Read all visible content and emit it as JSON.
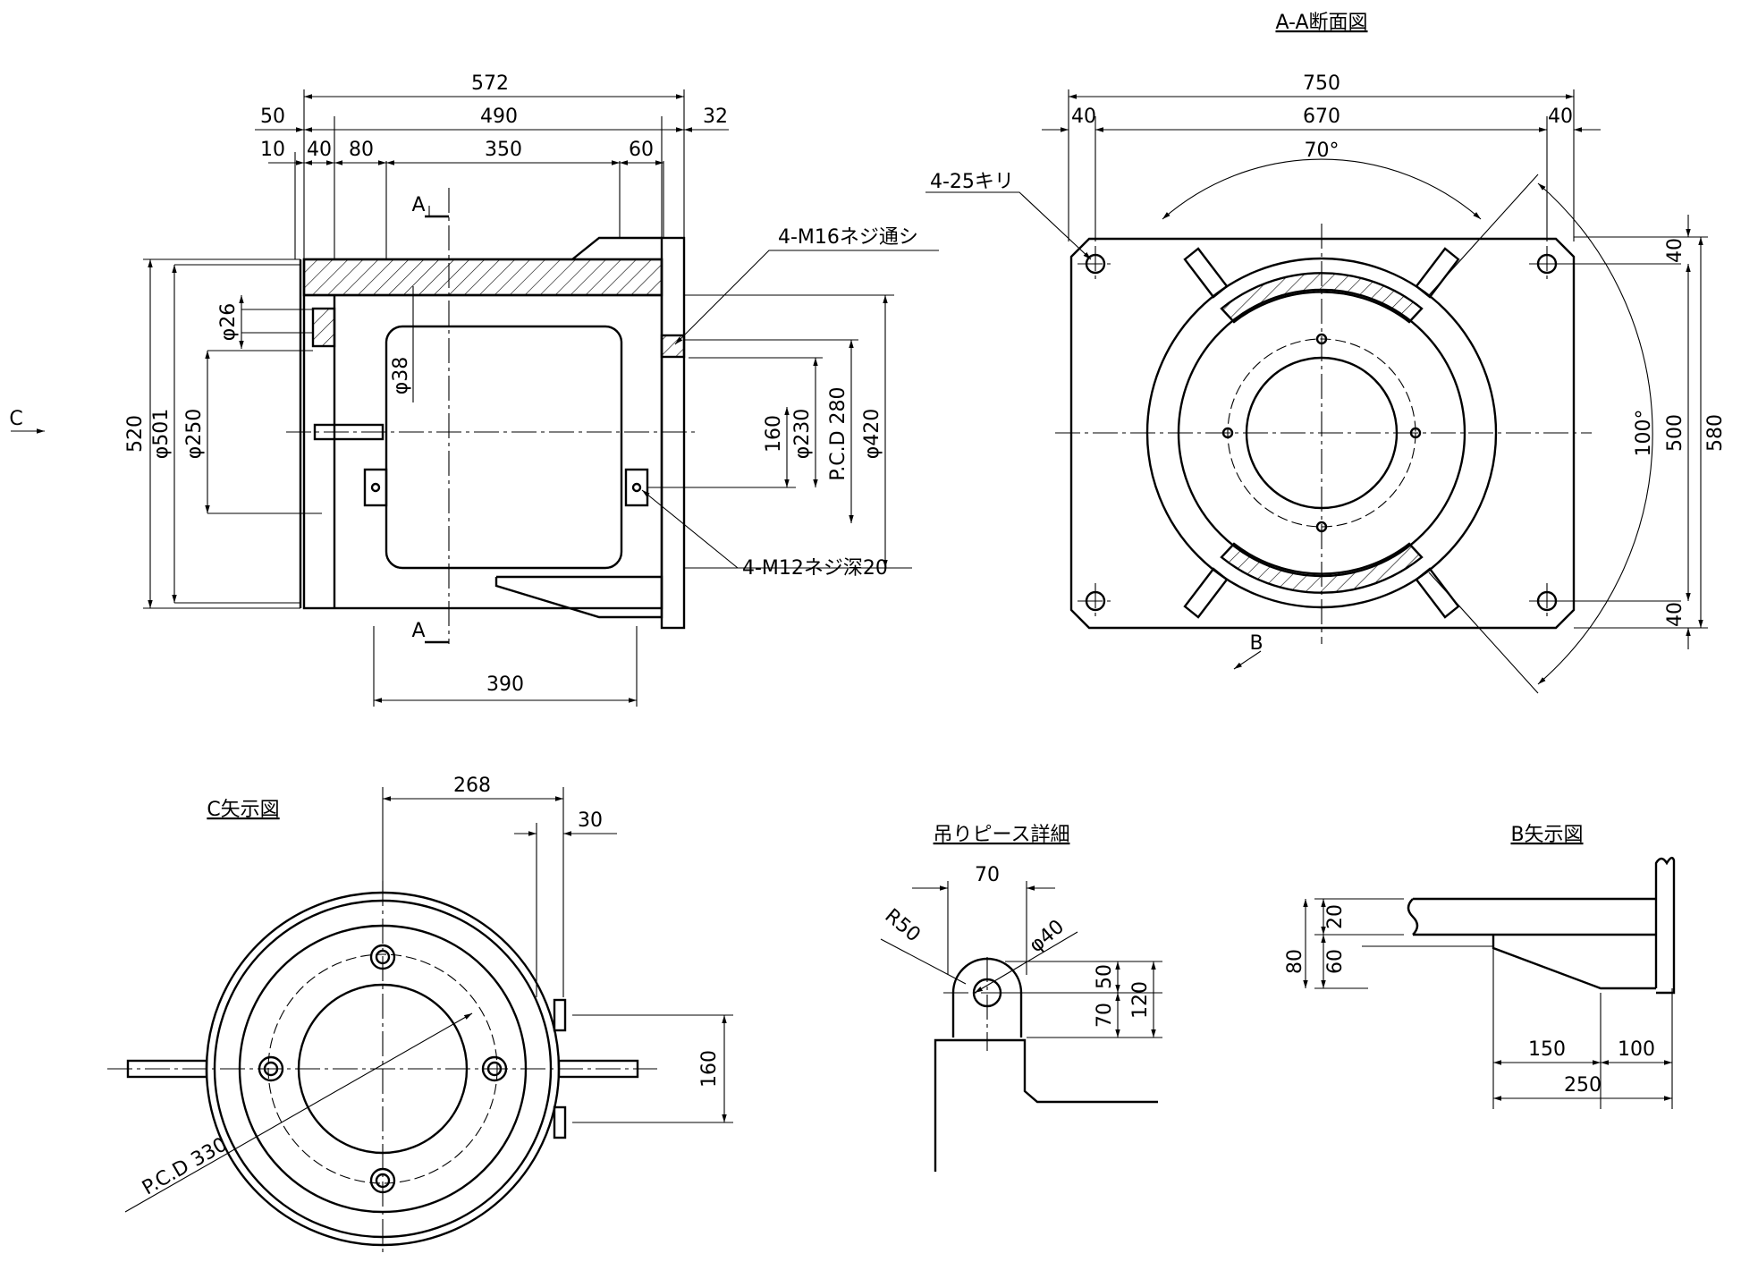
{
  "titles": {
    "section_aa": "A-A断面図",
    "view_c": "C矢示図",
    "lifting_piece": "吊りピース詳細",
    "view_b": "B矢示図"
  },
  "markers": {
    "a": "A",
    "b": "B",
    "c": "C"
  },
  "side_view": {
    "dims_top": [
      "572",
      "50",
      "490",
      "32",
      "10",
      "40",
      "80",
      "350",
      "60"
    ],
    "dim_bottom": "390",
    "dims_left": [
      "520",
      "φ501",
      "φ250"
    ],
    "dim_phi26": "φ26",
    "dim_phi38": "φ38",
    "dims_right": [
      "160",
      "φ230",
      "P.C.D 280",
      "φ420"
    ],
    "note_m16": "4-M16ネジ通シ",
    "note_m12": "4-M12ネジ深20"
  },
  "section_view": {
    "dims_top": [
      "750",
      "40",
      "670",
      "40"
    ],
    "angle_top": "70°",
    "angle_right": "100°",
    "note_holes": "4-25キリ",
    "dims_right": [
      "40",
      "500",
      "580",
      "40"
    ]
  },
  "c_view": {
    "dims": [
      "268",
      "30",
      "160"
    ],
    "pcd": "P.C.D 330"
  },
  "lifting_detail": {
    "dims": [
      "70",
      "R50",
      "φ40",
      "50",
      "70",
      "120"
    ]
  },
  "b_view": {
    "dims": [
      "20",
      "80",
      "60",
      "150",
      "100",
      "250"
    ]
  }
}
